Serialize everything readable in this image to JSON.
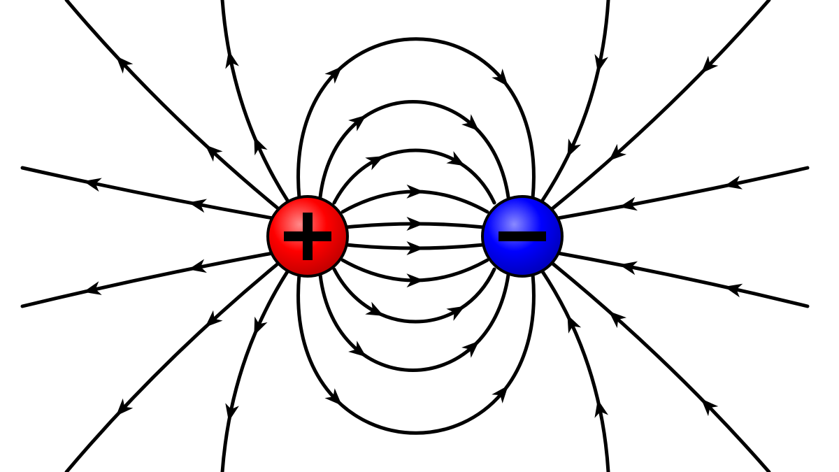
{
  "diagram": {
    "charges": [
      {
        "id": "positive",
        "sign": "+",
        "fill": "#ff0000"
      },
      {
        "id": "negative",
        "sign": "−",
        "fill": "#0000ff"
      }
    ],
    "field_line_color": "#000000",
    "background": "#ffffff",
    "arrow_direction": "positive-to-negative"
  }
}
